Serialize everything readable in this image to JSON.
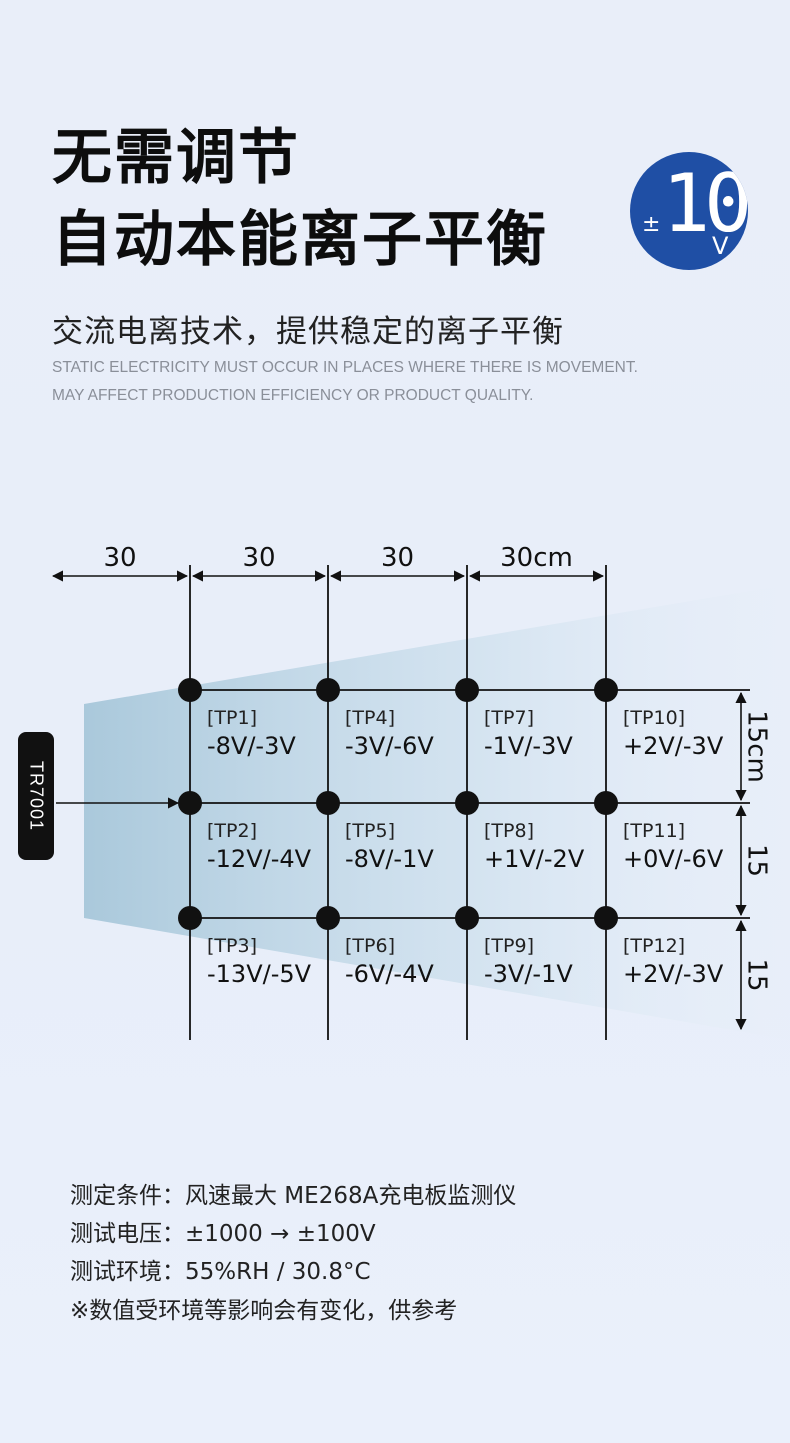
{
  "header": {
    "title_line1": "无需调节",
    "title_line2": "自动本能离子平衡",
    "subtitle": "交流电离技术，提供稳定的离子平衡",
    "english_line1": "STATIC ELECTRICITY MUST OCCUR IN PLACES WHERE THERE IS MOVEMENT.",
    "english_line2": "MAY AFFECT PRODUCTION EFFICIENCY OR PRODUCT QUALITY."
  },
  "badge": {
    "prefix": "±",
    "value": "10",
    "unit": "V",
    "color": "#1f4fa5"
  },
  "device": {
    "label": "TR7001"
  },
  "diagram": {
    "horizontal_dims": [
      "30",
      "30",
      "30",
      "30cm"
    ],
    "vertical_dims": [
      "15cm",
      "15",
      "15"
    ],
    "points": [
      {
        "id": "[TP1]",
        "value": "-8V/-3V"
      },
      {
        "id": "[TP4]",
        "value": "-3V/-6V"
      },
      {
        "id": "[TP7]",
        "value": "-1V/-3V"
      },
      {
        "id": "[TP10]",
        "value": "+2V/-3V"
      },
      {
        "id": "[TP2]",
        "value": "-12V/-4V"
      },
      {
        "id": "[TP5]",
        "value": "-8V/-1V"
      },
      {
        "id": "[TP8]",
        "value": "+1V/-2V"
      },
      {
        "id": "[TP11]",
        "value": "+0V/-6V"
      },
      {
        "id": "[TP3]",
        "value": "-13V/-5V"
      },
      {
        "id": "[TP6]",
        "value": "-6V/-4V"
      },
      {
        "id": "[TP9]",
        "value": "-3V/-1V"
      },
      {
        "id": "[TP12]",
        "value": "+2V/-3V"
      }
    ]
  },
  "notes": {
    "condition": "测定条件：风速最大  ME268A充电板监测仪",
    "voltage": "测试电压：±1000 → ±100V",
    "environment": "测试环境：55%RH / 30.8°C",
    "remark": "※数值受环境等影响会有变化，供参考"
  }
}
